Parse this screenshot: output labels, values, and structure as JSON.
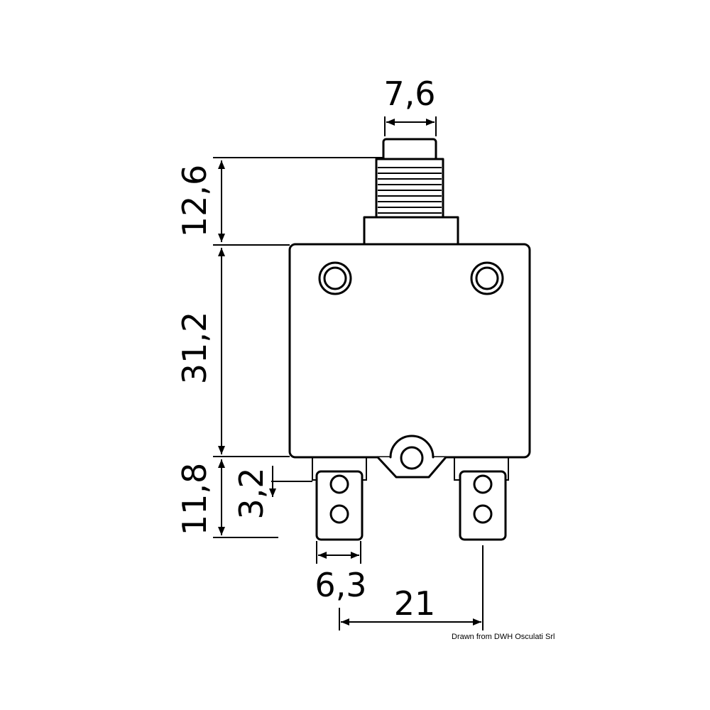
{
  "dimensions": {
    "button_width": "7,6",
    "button_height": "12,6",
    "body_height": "31,2",
    "terminal_length": "11,8",
    "terminal_offset": "3,2",
    "terminal_width": "6,3",
    "terminal_spacing": "21"
  },
  "credit": "Drawn from DWH Osculati Srl",
  "colors": {
    "line": "#000000",
    "background": "#ffffff"
  }
}
